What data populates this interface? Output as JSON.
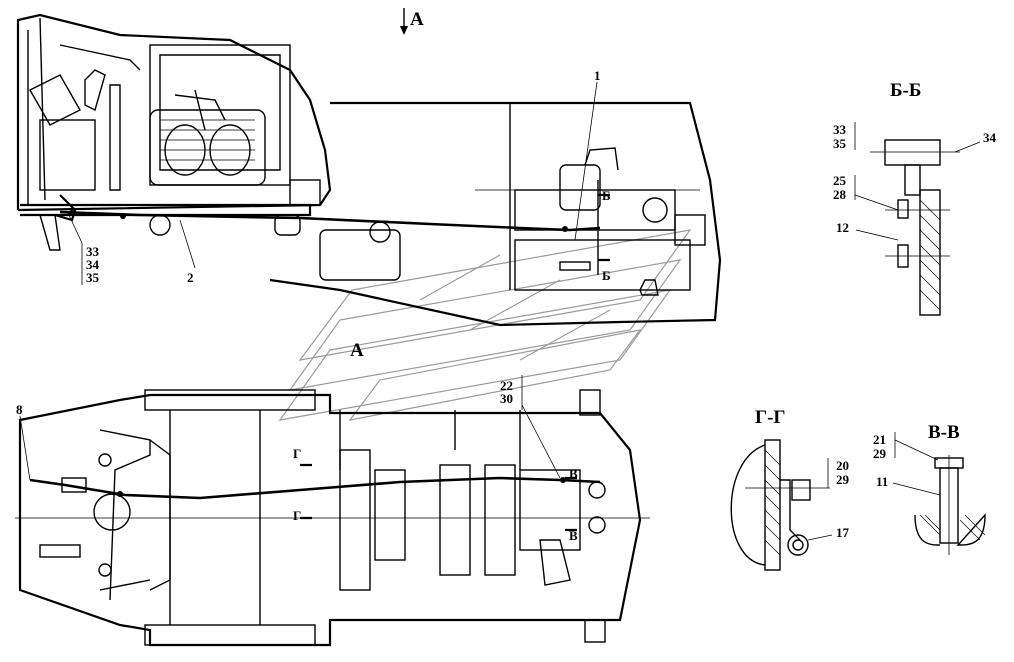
{
  "view_marker": "А",
  "sections": {
    "bb": "Б-Б",
    "gg": "Г-Г",
    "vv": "В-В"
  },
  "callouts": {
    "c1": "1",
    "c2": "2",
    "c8": "8",
    "c33a": "33",
    "c34a": "34",
    "c35a": "35",
    "c22": "22",
    "c30": "30",
    "bb_33": "33",
    "bb_35": "35",
    "bb_34": "34",
    "bb_25": "25",
    "bb_28": "28",
    "bb_12": "12",
    "gg_20": "20",
    "gg_29": "29",
    "gg_17": "17",
    "vv_21": "21",
    "vv_29": "29",
    "vv_11": "11"
  },
  "cut_marks": {
    "b_top": "Б",
    "b_bottom": "Б",
    "v_top": "В",
    "v_bottom": "В",
    "g_top": "Г",
    "g_bottom": "Г",
    "a_view": "А"
  }
}
